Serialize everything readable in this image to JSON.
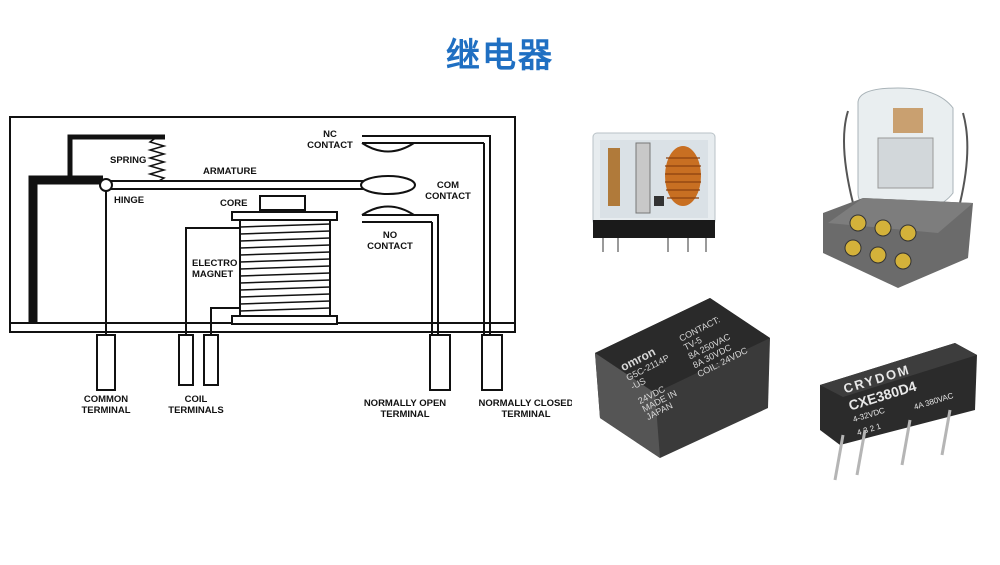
{
  "slide": {
    "title": "继电器"
  },
  "diagram_labels": {
    "spring": "SPRING",
    "armature": "ARMATURE",
    "hinge": "HINGE",
    "core": "CORE",
    "electro_magnet_1": "ELECTRO",
    "electro_magnet_2": "MAGNET",
    "nc_contact_1": "NC",
    "nc_contact_2": "CONTACT",
    "com_contact_1": "COM",
    "com_contact_2": "CONTACT",
    "no_contact_1": "NO",
    "no_contact_2": "CONTACT",
    "common_terminal_1": "COMMON",
    "common_terminal_2": "TERMINAL",
    "coil_terminals_1": "COIL",
    "coil_terminals_2": "TERMINALS",
    "no_terminal_1": "NORMALLY OPEN",
    "no_terminal_2": "TERMINAL",
    "nc_terminal_1": "NORMALLY CLOSED",
    "nc_terminal_2": "TERMINAL"
  },
  "photos": {
    "omron": {
      "brand": "omron",
      "line1": "G5C-2114P",
      "line2": "-US",
      "line3": "24VDC",
      "line4": "MADE IN",
      "line5": "JAPAN",
      "contact1": "CONTACT:",
      "contact2": "TV-5",
      "contact3": "8A 250VAC",
      "contact4": "8A 30VDC",
      "contact5": "COIL: 24VDC"
    },
    "crydom": {
      "brand": "CRYDOM",
      "model": "CXE380D4",
      "spec1": "4-32VDC",
      "spec2": "4A 380VAC",
      "pins": "4 3 2 1"
    }
  }
}
